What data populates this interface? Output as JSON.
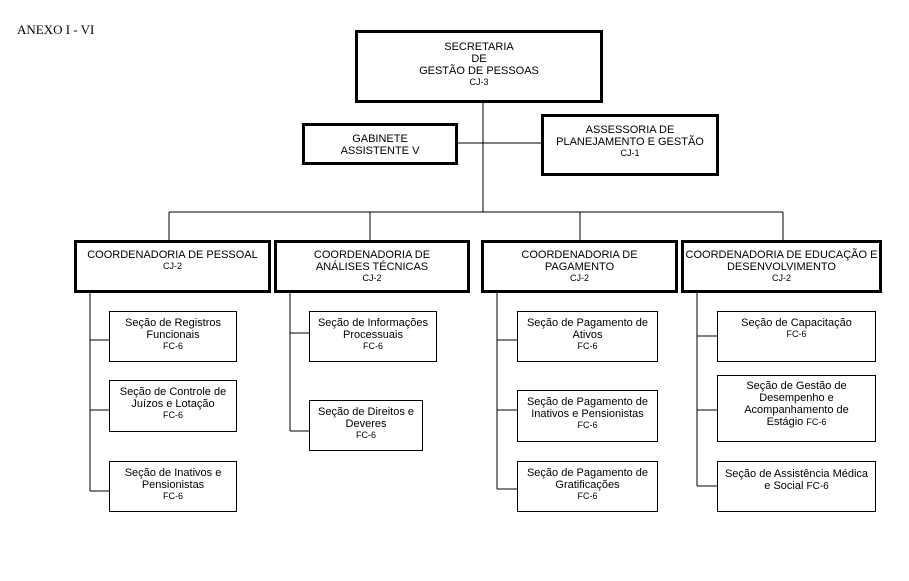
{
  "annex_label": "ANEXO I - VI",
  "org": {
    "root": {
      "title_lines": [
        "SECRETARIA",
        "DE",
        "GESTÃO DE PESSOAS"
      ],
      "code": "CJ-3"
    },
    "gabinete": {
      "title_lines": [
        "GABINETE",
        "ASSISTENTE V"
      ]
    },
    "assessoria": {
      "title_lines": [
        "ASSESSORIA DE",
        "PLANEJAMENTO E GESTÃO"
      ],
      "code": "CJ-1"
    },
    "coordenadorias": [
      {
        "title_lines": [
          "COORDENADORIA DE PESSOAL"
        ],
        "code": "CJ-2",
        "secoes": [
          {
            "title_lines": [
              "Seção de Registros",
              "Funcionais"
            ],
            "code": "FC-6"
          },
          {
            "title_lines": [
              "Seção de Controle de",
              "Juízos e Lotação"
            ],
            "code": "FC-6"
          },
          {
            "title_lines": [
              "Seção de Inativos e",
              "Pensionistas"
            ],
            "code": "FC-6"
          }
        ]
      },
      {
        "title_lines": [
          "COORDENADORIA DE",
          "ANÁLISES TÉCNICAS"
        ],
        "code": "CJ-2",
        "secoes": [
          {
            "title_lines": [
              "Seção de Informações",
              "Processuais"
            ],
            "code": "FC-6"
          },
          {
            "title_lines": [
              "Seção de Direitos e",
              "Deveres"
            ],
            "code": "FC-6"
          }
        ]
      },
      {
        "title_lines": [
          "COORDENADORIA DE",
          "PAGAMENTO"
        ],
        "code": "CJ-2",
        "secoes": [
          {
            "title_lines": [
              "Seção de Pagamento de",
              "Ativos"
            ],
            "code": "FC-6"
          },
          {
            "title_lines": [
              "Seção de Pagamento de",
              "Inativos e Pensionistas"
            ],
            "code": "FC-6"
          },
          {
            "title_lines": [
              "Seção de Pagamento de",
              "Gratificações"
            ],
            "code": "FC-6"
          }
        ]
      },
      {
        "title_lines": [
          "COORDENADORIA DE EDUCAÇÃO E",
          "DESENVOLVIMENTO"
        ],
        "code": "CJ-2",
        "secoes": [
          {
            "title_lines": [
              "Seção de Capacitação"
            ],
            "code": "FC-6"
          },
          {
            "title_lines": [
              "Seção de Gestão de",
              "Desempenho e",
              "Acompanhamento de",
              "Estágio"
            ],
            "code": "FC-6",
            "code_inline": true
          },
          {
            "title_lines": [
              "Seção de Assistência Médica",
              "e Social"
            ],
            "code": "FC-6",
            "code_inline": true
          }
        ]
      }
    ]
  }
}
